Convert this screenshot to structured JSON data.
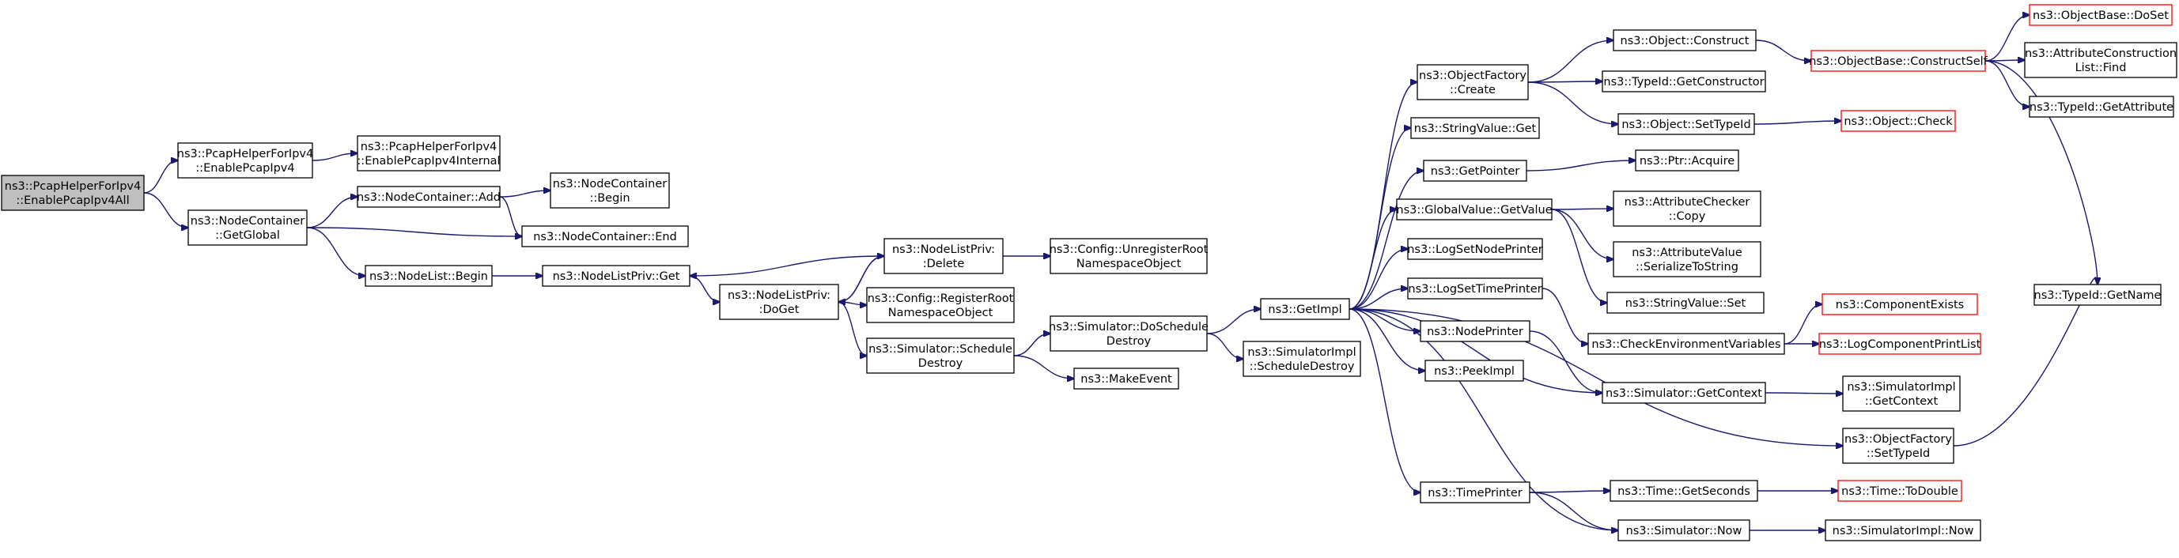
{
  "diagram": {
    "colors": {
      "edge": "#191970",
      "node_border": "#000000",
      "truncated_border": "#ff0000",
      "root_fill": "#bfbfbf",
      "node_fill": "#ffffff",
      "background": "#ffffff"
    },
    "nodes": [
      {
        "id": "root",
        "lines": [
          "ns3::PcapHelperForIpv4",
          "::EnablePcapIpv4All"
        ],
        "root": true
      },
      {
        "id": "pcap-enable",
        "lines": [
          "ns3::PcapHelperForIpv4",
          "::EnablePcapIpv4"
        ]
      },
      {
        "id": "pcap-enable-internal",
        "lines": [
          "ns3::PcapHelperForIpv4",
          "::EnablePcapIpv4Internal"
        ]
      },
      {
        "id": "nodecontainer-getglobal",
        "lines": [
          "ns3::NodeContainer",
          "::GetGlobal"
        ]
      },
      {
        "id": "nodecontainer-add",
        "lines": [
          "ns3::NodeContainer::Add"
        ]
      },
      {
        "id": "nodecontainer-begin",
        "lines": [
          "ns3::NodeContainer",
          "::Begin"
        ]
      },
      {
        "id": "nodecontainer-end",
        "lines": [
          "ns3::NodeContainer::End"
        ]
      },
      {
        "id": "nodelist-begin",
        "lines": [
          "ns3::NodeList::Begin"
        ]
      },
      {
        "id": "nodelistpriv-get",
        "lines": [
          "ns3::NodeListPriv::Get"
        ]
      },
      {
        "id": "nodelistpriv-doget",
        "lines": [
          "ns3::NodeListPriv:",
          ":DoGet"
        ]
      },
      {
        "id": "nodelistpriv-delete",
        "lines": [
          "ns3::NodeListPriv:",
          ":Delete"
        ]
      },
      {
        "id": "config-unregister",
        "lines": [
          "ns3::Config::UnregisterRoot",
          "NamespaceObject"
        ]
      },
      {
        "id": "config-register",
        "lines": [
          "ns3::Config::RegisterRoot",
          "NamespaceObject"
        ]
      },
      {
        "id": "simulator-scheduledestroy",
        "lines": [
          "ns3::Simulator::Schedule",
          "Destroy"
        ]
      },
      {
        "id": "makeevent",
        "lines": [
          "ns3::MakeEvent"
        ]
      },
      {
        "id": "simulator-doscheduledestroy",
        "lines": [
          "ns3::Simulator::DoSchedule",
          "Destroy"
        ]
      },
      {
        "id": "getimpl",
        "lines": [
          "ns3::GetImpl"
        ]
      },
      {
        "id": "simulatorimpl-scheduledestroy",
        "lines": [
          "ns3::SimulatorImpl",
          "::ScheduleDestroy"
        ]
      },
      {
        "id": "objectfactory-create",
        "lines": [
          "ns3::ObjectFactory",
          "::Create"
        ]
      },
      {
        "id": "stringvalue-get",
        "lines": [
          "ns3::StringValue::Get"
        ]
      },
      {
        "id": "getpointer",
        "lines": [
          "ns3::GetPointer"
        ]
      },
      {
        "id": "globalvalue-getvalue",
        "lines": [
          "ns3::GlobalValue::GetValue"
        ]
      },
      {
        "id": "logsetnodeprinter",
        "lines": [
          "ns3::LogSetNodePrinter"
        ]
      },
      {
        "id": "logsettimeprinter",
        "lines": [
          "ns3::LogSetTimePrinter"
        ]
      },
      {
        "id": "nodeprinter",
        "lines": [
          "ns3::NodePrinter"
        ]
      },
      {
        "id": "peekimpl",
        "lines": [
          "ns3::PeekImpl"
        ]
      },
      {
        "id": "timeprinter",
        "lines": [
          "ns3::TimePrinter"
        ]
      },
      {
        "id": "object-construct",
        "lines": [
          "ns3::Object::Construct"
        ]
      },
      {
        "id": "typeid-getconstructor",
        "lines": [
          "ns3::TypeId::GetConstructor"
        ]
      },
      {
        "id": "object-settypeid",
        "lines": [
          "ns3::Object::SetTypeId"
        ]
      },
      {
        "id": "ptr-acquire",
        "lines": [
          "ns3::Ptr::Acquire"
        ]
      },
      {
        "id": "attributechecker-copy",
        "lines": [
          "ns3::AttributeChecker",
          "::Copy"
        ]
      },
      {
        "id": "attributevalue-serialize",
        "lines": [
          "ns3::AttributeValue",
          "::SerializeToString"
        ]
      },
      {
        "id": "stringvalue-set",
        "lines": [
          "ns3::StringValue::Set"
        ]
      },
      {
        "id": "checkenvvars",
        "lines": [
          "ns3::CheckEnvironmentVariables"
        ]
      },
      {
        "id": "simulator-getcontext",
        "lines": [
          "ns3::Simulator::GetContext"
        ]
      },
      {
        "id": "time-getseconds",
        "lines": [
          "ns3::Time::GetSeconds"
        ]
      },
      {
        "id": "simulator-now",
        "lines": [
          "ns3::Simulator::Now"
        ]
      },
      {
        "id": "objectbase-constructself",
        "lines": [
          "ns3::ObjectBase::ConstructSelf"
        ],
        "truncated": true
      },
      {
        "id": "object-check",
        "lines": [
          "ns3::Object::Check"
        ],
        "truncated": true
      },
      {
        "id": "componentexists",
        "lines": [
          "ns3::ComponentExists"
        ],
        "truncated": true
      },
      {
        "id": "logcomponentprintlist",
        "lines": [
          "ns3::LogComponentPrintList"
        ],
        "truncated": true
      },
      {
        "id": "simulatorimpl-getcontext",
        "lines": [
          "ns3::SimulatorImpl",
          "::GetContext"
        ]
      },
      {
        "id": "objectfactory-settypeid",
        "lines": [
          "ns3::ObjectFactory",
          "::SetTypeId"
        ]
      },
      {
        "id": "time-todouble",
        "lines": [
          "ns3::Time::ToDouble"
        ],
        "truncated": true
      },
      {
        "id": "simulatorimpl-now",
        "lines": [
          "ns3::SimulatorImpl::Now"
        ]
      },
      {
        "id": "objectbase-doset",
        "lines": [
          "ns3::ObjectBase::DoSet"
        ],
        "truncated": true
      },
      {
        "id": "attributeconstructionlist-find",
        "lines": [
          "ns3::AttributeConstruction",
          "List::Find"
        ]
      },
      {
        "id": "typeid-getattribute",
        "lines": [
          "ns3::TypeId::GetAttribute"
        ]
      },
      {
        "id": "typeid-getname",
        "lines": [
          "ns3::TypeId::GetName"
        ]
      }
    ],
    "edges": [
      [
        "root",
        "pcap-enable"
      ],
      [
        "root",
        "nodecontainer-getglobal"
      ],
      [
        "pcap-enable",
        "pcap-enable-internal"
      ],
      [
        "nodecontainer-getglobal",
        "nodecontainer-add"
      ],
      [
        "nodecontainer-getglobal",
        "nodecontainer-end"
      ],
      [
        "nodecontainer-getglobal",
        "nodelist-begin"
      ],
      [
        "nodecontainer-add",
        "nodecontainer-begin"
      ],
      [
        "nodecontainer-add",
        "nodecontainer-end"
      ],
      [
        "nodelist-begin",
        "nodelistpriv-get"
      ],
      [
        "nodelistpriv-get",
        "nodelistpriv-doget"
      ],
      [
        "nodelistpriv-doget",
        "nodelistpriv-delete"
      ],
      [
        "nodelistpriv-doget",
        "config-register"
      ],
      [
        "nodelistpriv-doget",
        "simulator-scheduledestroy"
      ],
      [
        "nodelistpriv-delete",
        "nodelistpriv-get"
      ],
      [
        "nodelistpriv-delete",
        "nodelistpriv-doget"
      ],
      [
        "nodelistpriv-delete",
        "config-unregister"
      ],
      [
        "simulator-scheduledestroy",
        "simulator-doscheduledestroy"
      ],
      [
        "simulator-scheduledestroy",
        "makeevent"
      ],
      [
        "simulator-doscheduledestroy",
        "getimpl"
      ],
      [
        "simulator-doscheduledestroy",
        "simulatorimpl-scheduledestroy"
      ],
      [
        "getimpl",
        "objectfactory-create"
      ],
      [
        "getimpl",
        "stringvalue-get"
      ],
      [
        "getimpl",
        "getpointer"
      ],
      [
        "getimpl",
        "globalvalue-getvalue"
      ],
      [
        "getimpl",
        "logsetnodeprinter"
      ],
      [
        "getimpl",
        "logsettimeprinter"
      ],
      [
        "getimpl",
        "nodeprinter"
      ],
      [
        "getimpl",
        "peekimpl"
      ],
      [
        "getimpl",
        "timeprinter"
      ],
      [
        "getimpl",
        "simulator-getcontext"
      ],
      [
        "getimpl",
        "objectfactory-settypeid"
      ],
      [
        "getimpl",
        "simulator-now"
      ],
      [
        "objectfactory-create",
        "object-construct"
      ],
      [
        "objectfactory-create",
        "typeid-getconstructor"
      ],
      [
        "objectfactory-create",
        "object-settypeid"
      ],
      [
        "getpointer",
        "ptr-acquire"
      ],
      [
        "globalvalue-getvalue",
        "attributechecker-copy"
      ],
      [
        "globalvalue-getvalue",
        "attributevalue-serialize"
      ],
      [
        "globalvalue-getvalue",
        "stringvalue-set"
      ],
      [
        "logsettimeprinter",
        "checkenvvars"
      ],
      [
        "nodeprinter",
        "simulator-getcontext"
      ],
      [
        "timeprinter",
        "time-getseconds"
      ],
      [
        "timeprinter",
        "simulator-now"
      ],
      [
        "object-construct",
        "objectbase-constructself"
      ],
      [
        "object-settypeid",
        "object-check"
      ],
      [
        "checkenvvars",
        "componentexists"
      ],
      [
        "checkenvvars",
        "logcomponentprintlist"
      ],
      [
        "simulator-getcontext",
        "simulatorimpl-getcontext"
      ],
      [
        "simulator-now",
        "simulatorimpl-now"
      ],
      [
        "time-getseconds",
        "time-todouble"
      ],
      [
        "objectbase-constructself",
        "objectbase-doset"
      ],
      [
        "objectbase-constructself",
        "attributeconstructionlist-find"
      ],
      [
        "objectbase-constructself",
        "typeid-getattribute"
      ],
      [
        "objectbase-constructself",
        "typeid-getname"
      ],
      [
        "objectfactory-settypeid",
        "typeid-getname"
      ]
    ]
  }
}
